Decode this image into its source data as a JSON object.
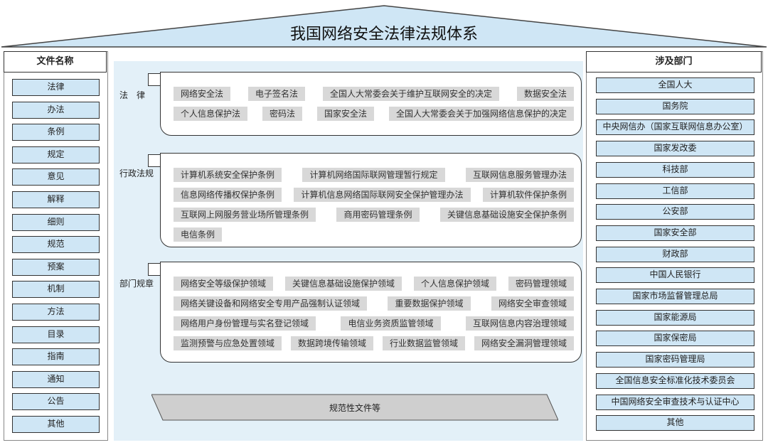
{
  "title": "我国网络安全法律法规体系",
  "left": {
    "header": "文件名称",
    "items": [
      "法律",
      "办法",
      "条例",
      "规定",
      "意见",
      "解释",
      "细则",
      "规范",
      "预案",
      "机制",
      "方法",
      "目录",
      "指南",
      "通知",
      "公告",
      "其他"
    ]
  },
  "right": {
    "header": "涉及部门",
    "items": [
      "全国人大",
      "国务院",
      "中央网信办（国家互联网信息办公室）",
      "国家发改委",
      "科技部",
      "工信部",
      "公安部",
      "国家安全部",
      "财政部",
      "中国人民银行",
      "国家市场监督管理总局",
      "国家能源局",
      "国家保密局",
      "国家密码管理局",
      "全国信息安全标准化技术委员会",
      "中国网络安全审查技术与认证中心",
      "其他"
    ]
  },
  "sections": [
    {
      "label": "法　律",
      "rows": [
        [
          "网络安全法",
          "电子签名法",
          "全国人大常委会关于维护互联网安全的决定",
          "数据安全法"
        ],
        [
          "个人信息保护法",
          "密码法",
          "国家安全法",
          "全国人大常委会关于加强网络信息保护的决定"
        ]
      ]
    },
    {
      "label": "行政法规",
      "rows": [
        [
          "计算机系统安全保护条例",
          "计算机网络国际联网管理暂行规定",
          "互联网信息服务管理办法"
        ],
        [
          "信息网络传播权保护条例",
          "计算机信息网络国际联网安全保护管理办法",
          "计算机软件保护条例"
        ],
        [
          "互联网上网服务营业场所管理条例",
          "商用密码管理条例",
          "关键信息基础设施安全保护条例"
        ],
        [
          "电信条例"
        ]
      ]
    },
    {
      "label": "部门规章",
      "rows": [
        [
          "网络安全等级保护领域",
          "关键信息基础设施保护领域",
          "个人信息保护领域",
          "密码管理领域"
        ],
        [
          "网络关键设备和网络安全专用产品强制认证领域",
          "重要数据保护领域",
          "网络安全审查领域"
        ],
        [
          "网络用户身份管理与实名登记领域",
          "电信业务资质监管领域",
          "互联网信息内容治理领域"
        ],
        [
          "监测预警与应急处置领域",
          "数据跨境传输领域",
          "行业数据监管领域",
          "网络安全漏洞管理领域"
        ]
      ]
    }
  ],
  "bottom": "规范性文件等"
}
